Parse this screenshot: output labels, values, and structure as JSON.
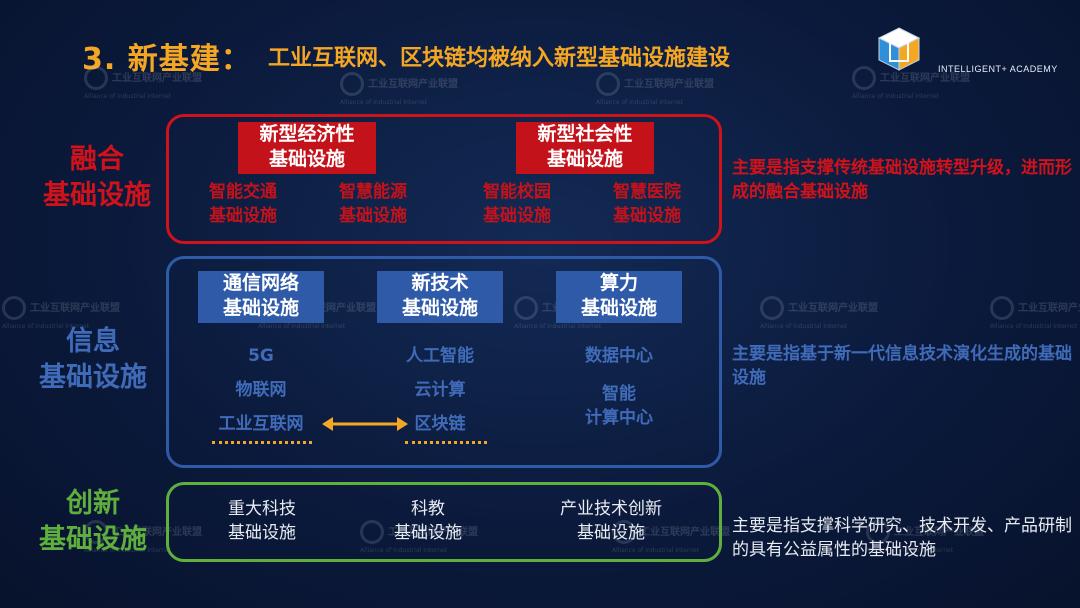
{
  "title": {
    "number": "3. 新基建：",
    "subtitle": "工业互联网、区块链均被纳入新型基础设施建设"
  },
  "logo": {
    "text": "INTELLIGENT+ ACADEMY",
    "icon": "cube-logo-icon"
  },
  "watermark": {
    "cn": "工业互联网产业联盟",
    "en": "Alliance of Industrial Internet"
  },
  "fusion": {
    "title_lines": [
      "融合",
      "基础设施"
    ],
    "headers": [
      {
        "lines": [
          "新型经济性",
          "基础设施"
        ]
      },
      {
        "lines": [
          "新型社会性",
          "基础设施"
        ]
      }
    ],
    "items": [
      {
        "lines": [
          "智能交通",
          "基础设施"
        ]
      },
      {
        "lines": [
          "智慧能源",
          "基础设施"
        ]
      },
      {
        "lines": [
          "智能校园",
          "基础设施"
        ]
      },
      {
        "lines": [
          "智慧医院",
          "基础设施"
        ]
      }
    ],
    "description": "主要是指支撑传统基础设施转型升级，进而形成的融合基础设施"
  },
  "info": {
    "title_lines": [
      "信息",
      "基础设施"
    ],
    "headers": [
      {
        "lines": [
          "通信网络",
          "基础设施"
        ]
      },
      {
        "lines": [
          "新技术",
          "基础设施"
        ]
      },
      {
        "lines": [
          "算力",
          "基础设施"
        ]
      }
    ],
    "col1": [
      "5G",
      "物联网",
      "工业互联网"
    ],
    "col2": [
      "人工智能",
      "云计算",
      "区块链"
    ],
    "col3": [
      "数据中心",
      "智能",
      "计算中心"
    ],
    "description": "主要是指基于新一代信息技术演化生成的基础设施"
  },
  "innovation": {
    "title_lines": [
      "创新",
      "基础设施"
    ],
    "items": [
      {
        "lines": [
          "重大科技",
          "基础设施"
        ]
      },
      {
        "lines": [
          "科教",
          "基础设施"
        ]
      },
      {
        "lines": [
          "产业技术创新",
          "基础设施"
        ]
      }
    ],
    "description": "主要是指支撑科学研究、技术开发、产品研制的具有公益属性的基础设施"
  },
  "colors": {
    "red": "#d0121b",
    "blue": "#2f5aa8",
    "green": "#5faf3e",
    "orange": "#f5a623"
  }
}
